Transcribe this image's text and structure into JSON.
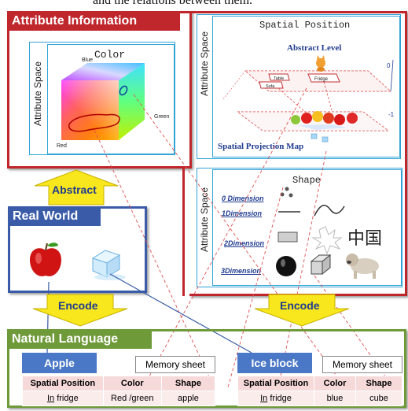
{
  "top_text": "and the relations between them.",
  "attribute_info": {
    "title": "Attribute Information"
  },
  "color_panel": {
    "side_label": "Attribute Space",
    "title": "Color",
    "corner_blue": "Blue",
    "corner_green": "Green",
    "corner_red": "Red"
  },
  "spatial_panel": {
    "side_label": "Attribute Space",
    "title": "Spatial Position",
    "abstract_level": "Abstract Level",
    "projection_map": "Spatial Projection Map",
    "tick_0": "0",
    "tick_neg1": "-1",
    "item_table": "Table",
    "item_sofa": "Sofa",
    "item_fridge": "Fridge"
  },
  "shape_panel": {
    "side_label": "Attribute Space",
    "title": "Shape",
    "dims": [
      "0 Dimension",
      "1Dimension",
      "2Dimension",
      "3Dimension"
    ],
    "chinese_text": "中国"
  },
  "abstract_arrow": "Abstract",
  "real_world": {
    "title": "Real World"
  },
  "encode_left": "Encode",
  "encode_right": "Encode",
  "natural_language": {
    "title": "Natural  Language",
    "apple": {
      "name": "Apple",
      "memory": "Memory sheet",
      "headers": [
        "Spatial Position",
        "Color",
        "Shape"
      ],
      "values": [
        "fridge",
        "Red /green",
        "apple"
      ],
      "position_prefix": "In"
    },
    "ice": {
      "name": "Ice block",
      "memory": "Memory sheet",
      "headers": [
        "Spatial Position",
        "Color",
        "Shape"
      ],
      "values": [
        "fridge",
        "blue",
        "cube"
      ],
      "position_prefix": "In"
    }
  },
  "colors": {
    "attr_red": "#c0272d",
    "real_blue": "#3a5ca8",
    "nl_green": "#6f9a3a",
    "panel_cyan": "#33a3d6",
    "arrow_yellow": "#f8e71c",
    "arrow_text_blue": "#1f3b8f"
  }
}
